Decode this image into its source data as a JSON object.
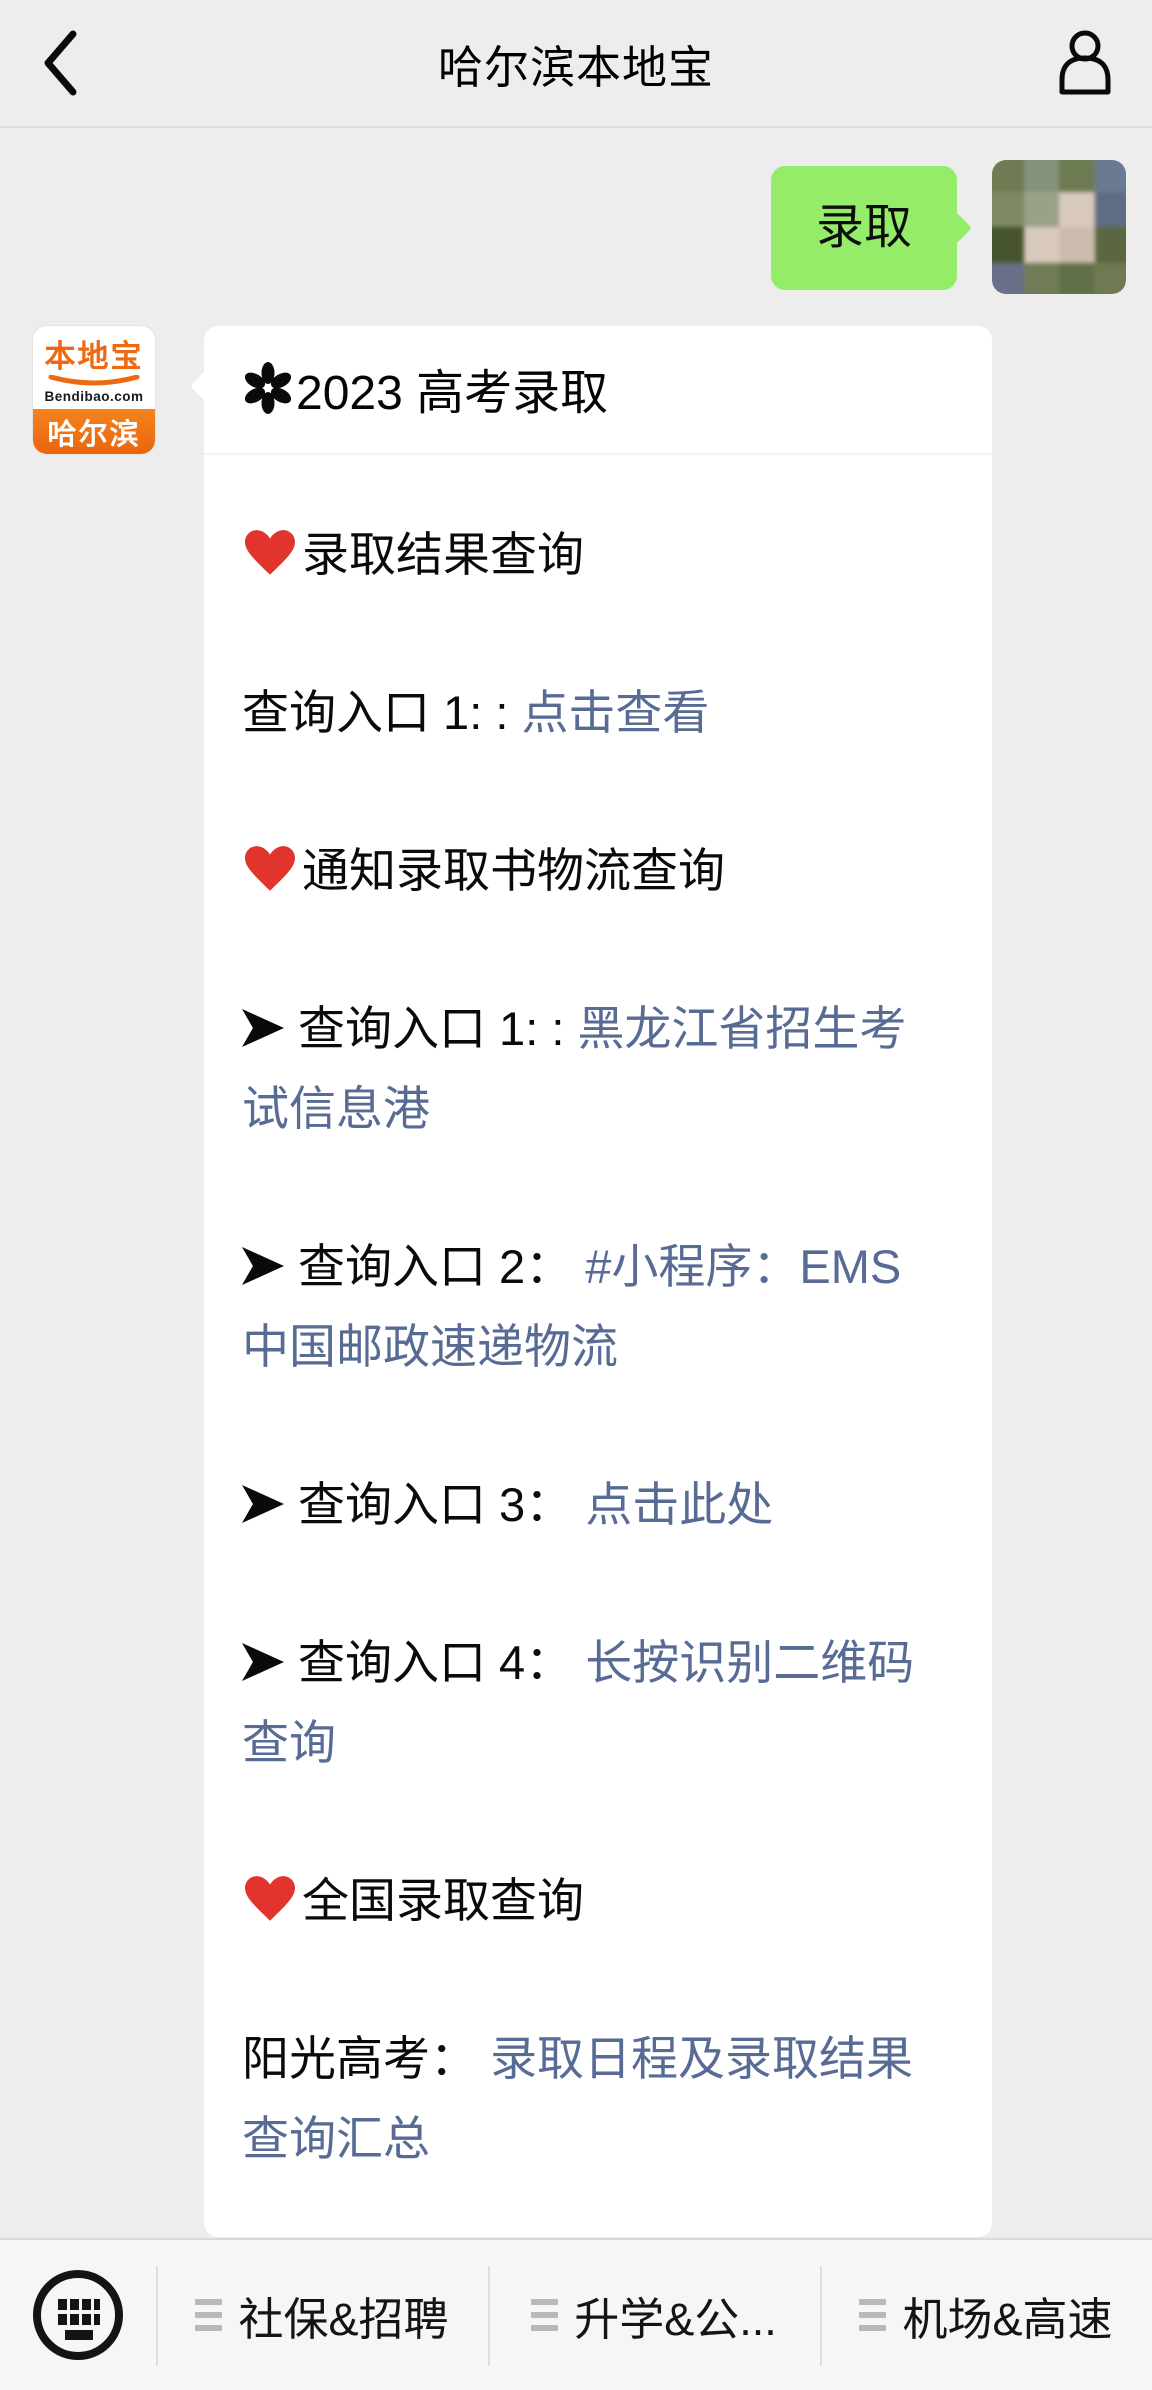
{
  "header": {
    "title": "哈尔滨本地宝",
    "back_icon": "chevron-left",
    "contact_icon": "person-silhouette"
  },
  "user_message": {
    "text": "录取"
  },
  "official_account": {
    "avatar": {
      "brand": "本地宝",
      "domain": "Bendibao.com",
      "city": "哈尔滨"
    }
  },
  "message": {
    "title_icon": "✽",
    "title": "2023 高考录取",
    "paragraphs": [
      {
        "segments": [
          {
            "t": "❤",
            "c": "heart"
          },
          {
            "t": "录取结果查询"
          }
        ]
      },
      {
        "segments": [
          {
            "t": "查询入口 1:  : ",
            "c": ""
          },
          {
            "t": "点击查看",
            "c": "link"
          }
        ]
      },
      {
        "segments": [
          {
            "t": "❤",
            "c": "heart"
          },
          {
            "t": "通知录取书物流查询"
          }
        ]
      },
      {
        "segments": [
          {
            "t": "",
            "c": "arrow"
          },
          {
            "t": "查询入口 1:  : ",
            "c": ""
          },
          {
            "t": "黑龙江省招生考试信息港",
            "c": "link"
          }
        ]
      },
      {
        "segments": [
          {
            "t": "",
            "c": "arrow"
          },
          {
            "t": "查询入口 2： ",
            "c": ""
          },
          {
            "t": "#小程序：EMS 中国邮政速递物流",
            "c": "link"
          }
        ]
      },
      {
        "segments": [
          {
            "t": "",
            "c": "arrow"
          },
          {
            "t": "查询入口 3： ",
            "c": ""
          },
          {
            "t": "点击此处",
            "c": "link"
          }
        ]
      },
      {
        "segments": [
          {
            "t": "",
            "c": "arrow"
          },
          {
            "t": "查询入口 4： ",
            "c": ""
          },
          {
            "t": "长按识别二维码查询",
            "c": "link"
          }
        ]
      },
      {
        "segments": [
          {
            "t": "❤",
            "c": "heart"
          },
          {
            "t": "全国录取查询"
          }
        ]
      },
      {
        "segments": [
          {
            "t": "阳光高考： ",
            "c": ""
          },
          {
            "t": "录取日程及录取结果查询汇总",
            "c": "link"
          }
        ]
      }
    ]
  },
  "toolbar": {
    "keyboard_icon": "keyboard-in-circle",
    "menu_items": [
      "社保&招聘",
      "升学&公...",
      "机场&高速"
    ]
  },
  "user_avatar_mosaic": [
    "#6f7b53",
    "#86917a",
    "#6d7b52",
    "#697a92",
    "#7d8a64",
    "#9aa189",
    "#d9c9bb",
    "#5e6c86",
    "#47552f",
    "#d9cabd",
    "#cdbcae",
    "#5b6741",
    "#6a6f8a",
    "#707c55",
    "#62704a",
    "#6e7a53"
  ],
  "colors": {
    "bubble_green": "#95ec69",
    "link_blue": "#576b95",
    "brand_orange": "#ee6a12",
    "heart_red": "#e0342c",
    "header_bg": "#ededed",
    "chat_bg": "#ededed",
    "toolbar_bg": "#f6f6f6"
  }
}
